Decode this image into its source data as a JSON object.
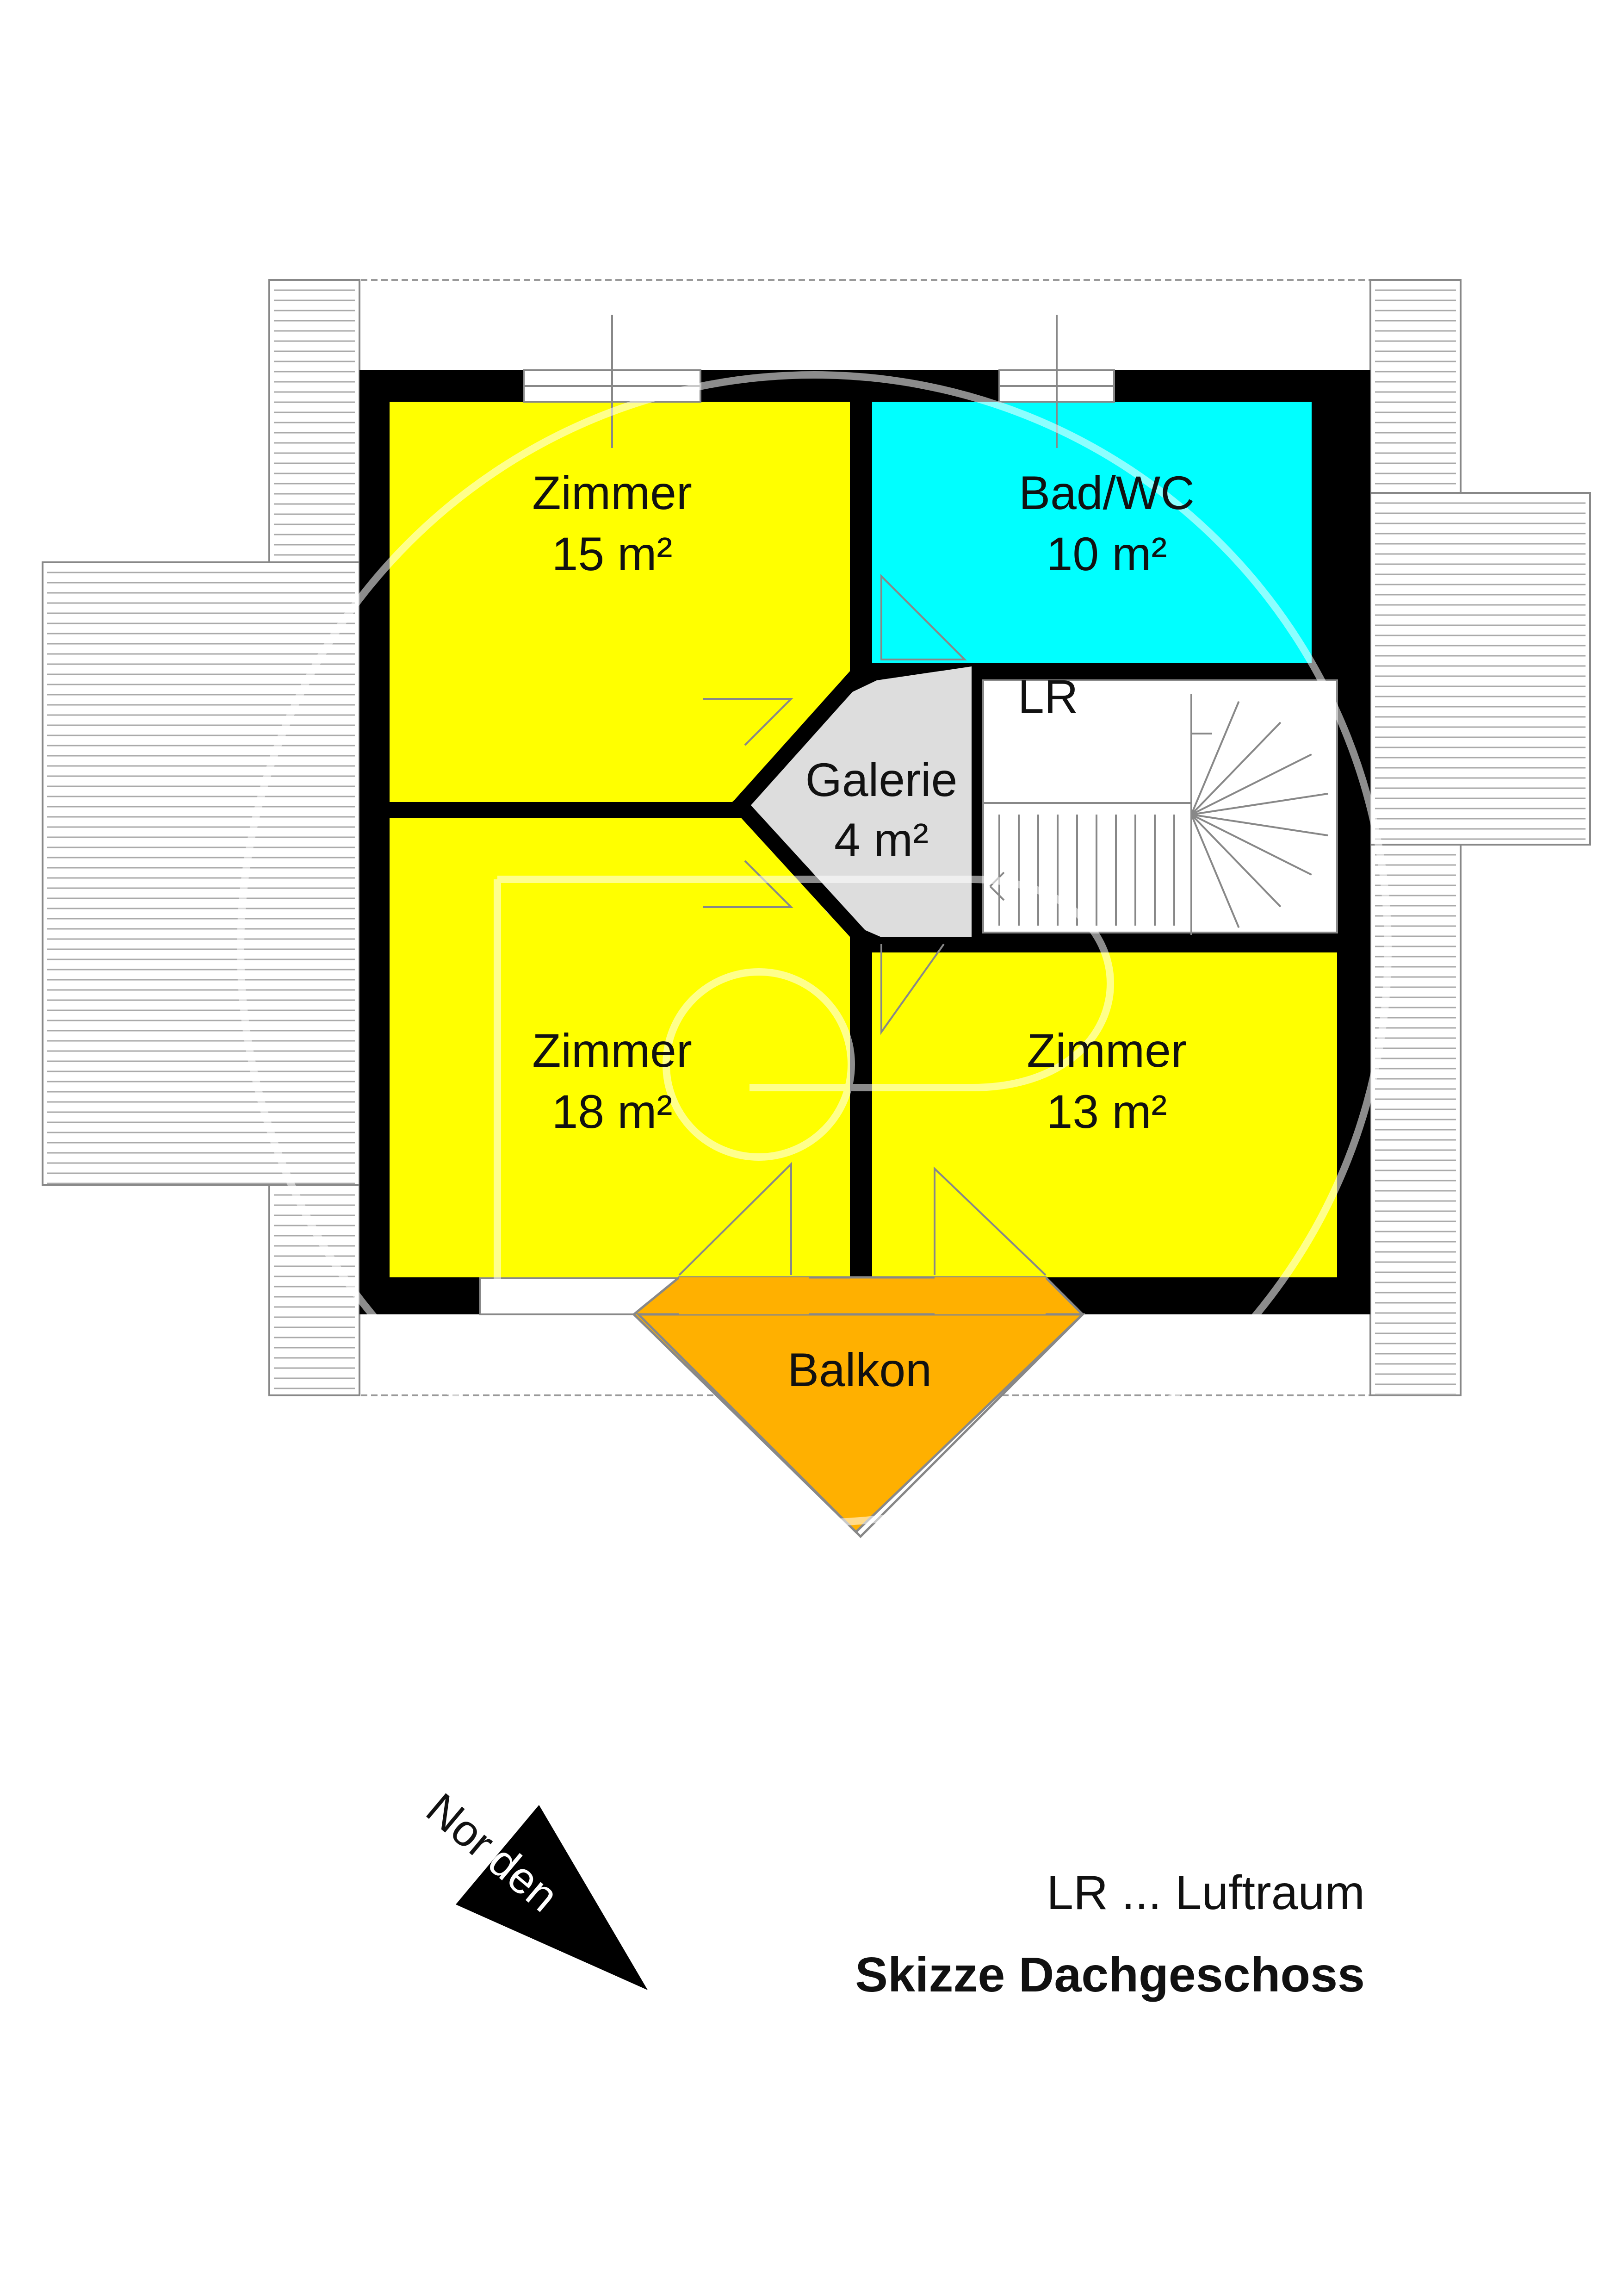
{
  "rooms": {
    "zimmer_nw": {
      "name": "Zimmer",
      "area": "15 m²",
      "color": "#ffff00"
    },
    "bad_wc": {
      "name": "Bad/WC",
      "area": "10 m²",
      "color": "#00ffff"
    },
    "luftraum": {
      "name": "LR",
      "color": "#ffffff"
    },
    "galerie": {
      "name": "Galerie",
      "area": "4 m²",
      "color": "#dddddd"
    },
    "zimmer_sw": {
      "name": "Zimmer",
      "area": "18 m²",
      "color": "#ffff00"
    },
    "zimmer_se": {
      "name": "Zimmer",
      "area": "13 m²",
      "color": "#ffff00"
    },
    "balkon": {
      "name": "Balkon",
      "color": "#ffb000"
    }
  },
  "north_arrow": {
    "part1": "Nor",
    "part2": "den"
  },
  "legend": {
    "lr_note": "LR ... Luftraum",
    "title": "Skizze Dachgeschoss"
  },
  "colors": {
    "wall": "#000000",
    "roof_lines": "#999999"
  }
}
